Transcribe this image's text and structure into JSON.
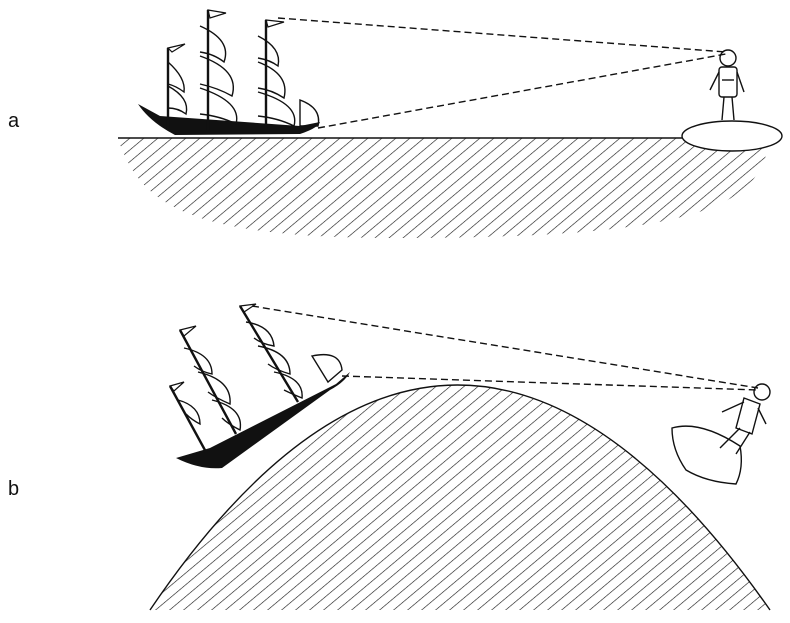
{
  "panels": [
    {
      "label": "a"
    },
    {
      "label": "b"
    }
  ],
  "colors": {
    "ink": "#111111",
    "paper": "#ffffff"
  },
  "icons": [
    "sailing-ship",
    "observer-figure",
    "mound",
    "horizon-ground",
    "curved-earth"
  ]
}
